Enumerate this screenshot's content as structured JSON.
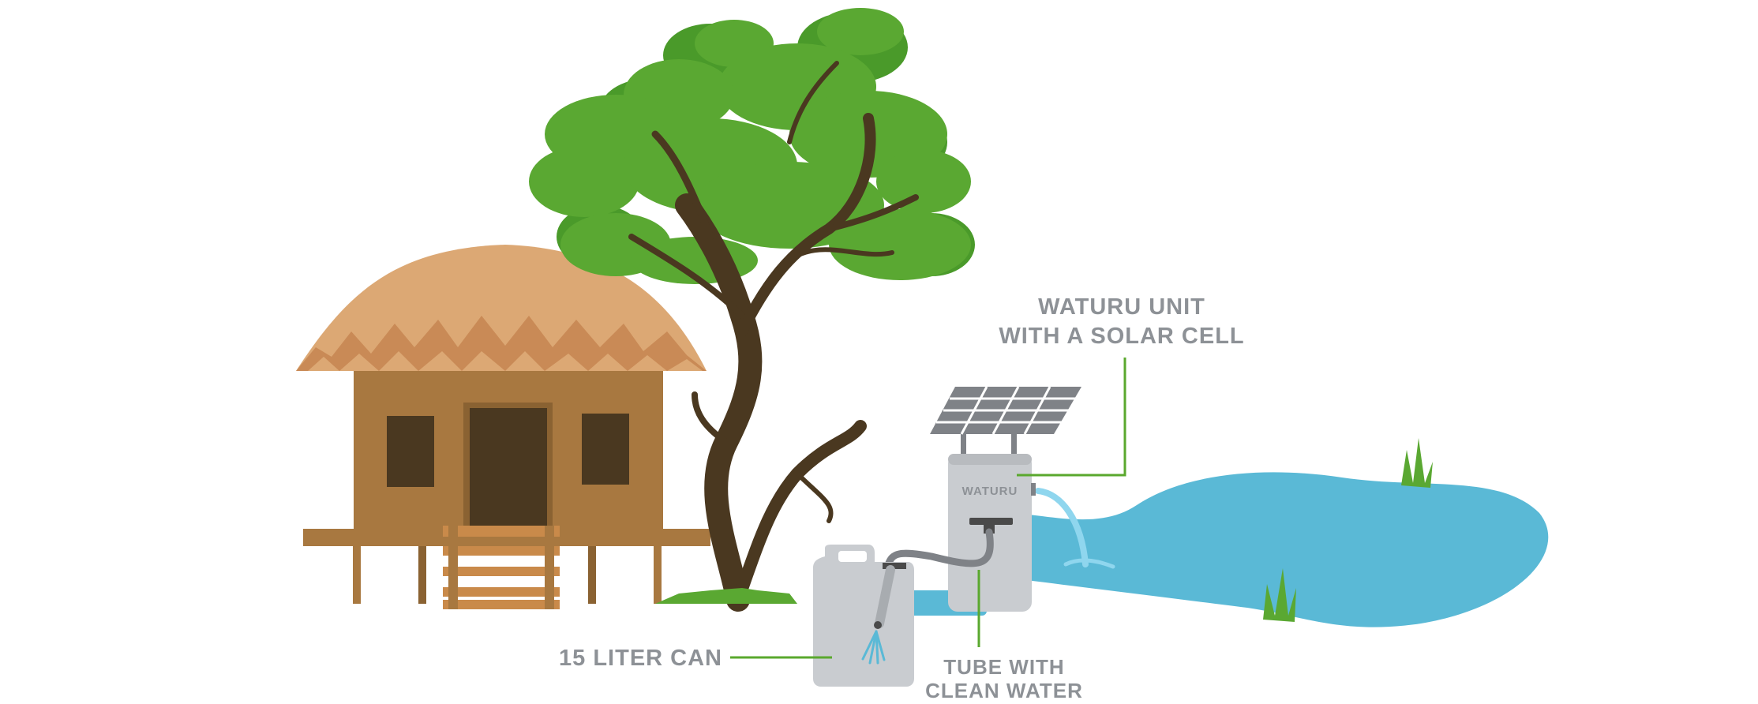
{
  "labels": {
    "unit_line1": "WATURU UNIT",
    "unit_line2": "WITH A SOLAR CELL",
    "can": "15 LITER CAN",
    "tube_line1": "TUBE WITH",
    "tube_line2": "CLEAN WATER",
    "unit_brand": "WATURU"
  },
  "colors": {
    "label_text": "#8d9196",
    "leader_line": "#5aa82e",
    "water": "#5ab9d6",
    "leaf": "#5aa832",
    "trunk": "#4a3820",
    "hut_wall": "#a87840",
    "hut_roof": "#dca874",
    "unit_body": "#c9ccd0",
    "solar_panel": "#7f8287"
  },
  "icons": [
    "hut-icon",
    "tree-icon",
    "solar-panel-icon",
    "waturu-unit-icon",
    "water-can-icon",
    "pond-icon",
    "grass-icon"
  ]
}
